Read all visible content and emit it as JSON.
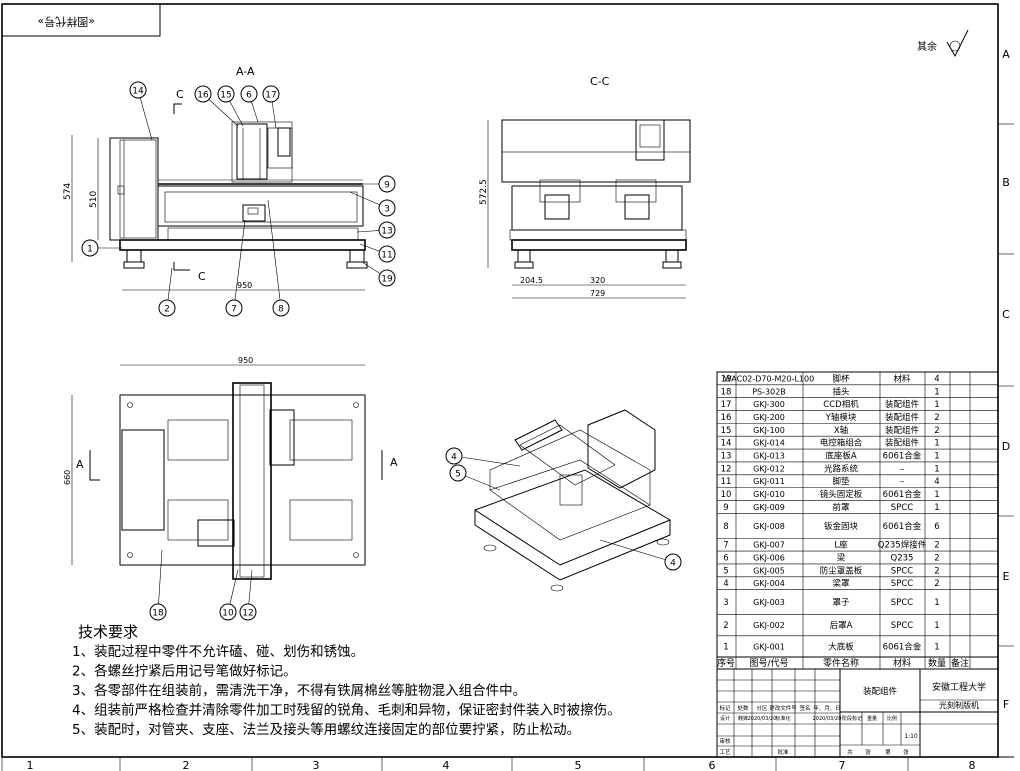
{
  "stamp": "«图样代号»",
  "roughness": "其余",
  "views": {
    "aa": "A-A",
    "cc": "C-C",
    "c_mark": "C",
    "a_mark": "A"
  },
  "dims": {
    "d574": "574",
    "d510": "510",
    "d950": "950",
    "d572": "572.5",
    "d204": "204.5",
    "d320": "320",
    "d729": "729",
    "d950b": "950",
    "d660": "660"
  },
  "balloons_aa": [
    "14",
    "16",
    "15",
    "6",
    "17",
    "9",
    "3",
    "13",
    "11",
    "19",
    "1",
    "2",
    "7",
    "8"
  ],
  "balloons_plan": [
    "18",
    "10",
    "12"
  ],
  "balloons_iso": [
    "4",
    "5",
    "4"
  ],
  "tech": {
    "title": "技术要求",
    "items": [
      "1、装配过程中零件不允许磕、碰、划伤和锈蚀。",
      "2、各螺丝拧紧后用记号笔做好标记。",
      "3、各零部件在组装前，需清洗干净，不得有铁屑棉丝等脏物混入组合件中。",
      "4、组装前严格检查并清除零件加工时残留的锐角、毛刺和异物，保证密封件装入时被擦伤。",
      "5、装配时，对管夹、支座、法兰及接头等用螺纹连接固定的部位要拧紧，防止松动。"
    ]
  },
  "bom": {
    "header": [
      "序号",
      "图号/代号",
      "零件名称",
      "材料",
      "数量",
      "备注"
    ],
    "rows": [
      [
        "19",
        "WAC02-D70-M20-L100",
        "脚杯",
        "材料",
        "4",
        ""
      ],
      [
        "18",
        "PS-302B",
        "插头",
        "",
        "1",
        ""
      ],
      [
        "17",
        "GKJ-300",
        "CCD相机",
        "装配组件",
        "1",
        ""
      ],
      [
        "16",
        "GKJ-200",
        "Y轴模块",
        "装配组件",
        "2",
        ""
      ],
      [
        "15",
        "GKJ-100",
        "X轴",
        "装配组件",
        "2",
        ""
      ],
      [
        "14",
        "GKJ-014",
        "电控箱组合",
        "装配组件",
        "1",
        ""
      ],
      [
        "13",
        "GKJ-013",
        "底座板A",
        "6061合金",
        "1",
        ""
      ],
      [
        "12",
        "GKJ-012",
        "光路系统",
        "–",
        "1",
        ""
      ],
      [
        "11",
        "GKJ-011",
        "脚垫",
        "–",
        "4",
        ""
      ],
      [
        "10",
        "GKJ-010",
        "镜头固定板",
        "6061合金",
        "1",
        ""
      ],
      [
        "9",
        "GKJ-009",
        "前罩",
        "SPCC",
        "1",
        ""
      ],
      [
        "8",
        "GKJ-008",
        "钣金固块",
        "6061合金",
        "6",
        ""
      ],
      [
        "7",
        "GKJ-007",
        "L座",
        "Q235焊接件",
        "2",
        ""
      ],
      [
        "6",
        "GKJ-006",
        "梁",
        "Q235",
        "2",
        ""
      ],
      [
        "5",
        "GKJ-005",
        "防尘罩盖板",
        "SPCC",
        "2",
        ""
      ],
      [
        "4",
        "GKJ-004",
        "梁罩",
        "SPCC",
        "2",
        ""
      ],
      [
        "3",
        "GKJ-003",
        "罩子",
        "SPCC",
        "1",
        ""
      ],
      [
        "2",
        "GKJ-002",
        "后罩A",
        "SPCC",
        "1",
        ""
      ],
      [
        "1",
        "GKJ-001",
        "大底板",
        "6061合金",
        "1",
        ""
      ]
    ]
  },
  "title_block": {
    "assembly": "装配组件",
    "school": "安徽工程大学",
    "product": "光刻制版机",
    "scale": "1:10",
    "row1": [
      "标记",
      "处数",
      "分区",
      "更改文件号",
      "签名",
      "年、月、日"
    ],
    "row2": [
      "设计",
      "韩锋",
      "2020/03/20",
      "标准化",
      "",
      "2020/03/20",
      "阶段标记",
      "重量",
      "比例"
    ],
    "row3": [
      "审核"
    ],
    "row4": [
      "工艺",
      "",
      "批准",
      "",
      "共",
      "张",
      "第",
      "张"
    ]
  },
  "grid": {
    "cols": [
      "1",
      "2",
      "3",
      "4",
      "5",
      "6",
      "7",
      "8"
    ],
    "rows": [
      "A",
      "B",
      "C",
      "D",
      "E",
      "F"
    ]
  }
}
